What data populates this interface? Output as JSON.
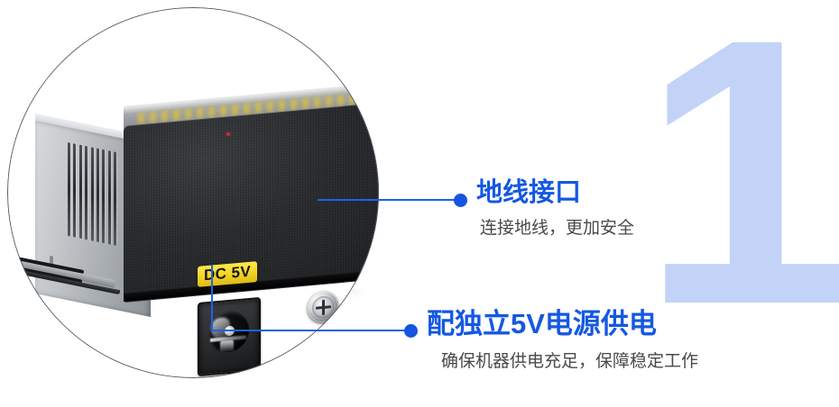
{
  "page": {
    "step_number": "1",
    "background_color": "#ffffff"
  },
  "colors": {
    "accent_blue": "#1558e2",
    "leader_blue": "#1c63ea",
    "watermark_blue": "#c2d3f7",
    "label_yellow": "#f2d324",
    "subtitle_gray": "#494949"
  },
  "product": {
    "port_label": "DC 5V",
    "brand_text": "",
    "ground_symbol_name": "protective-earth-symbol"
  },
  "callouts": [
    {
      "title": "地线接口",
      "subtitle": "连接地线，更加安全"
    },
    {
      "title": "配独立5V电源供电",
      "subtitle": "确保机器供电充足，保障稳定工作"
    }
  ]
}
